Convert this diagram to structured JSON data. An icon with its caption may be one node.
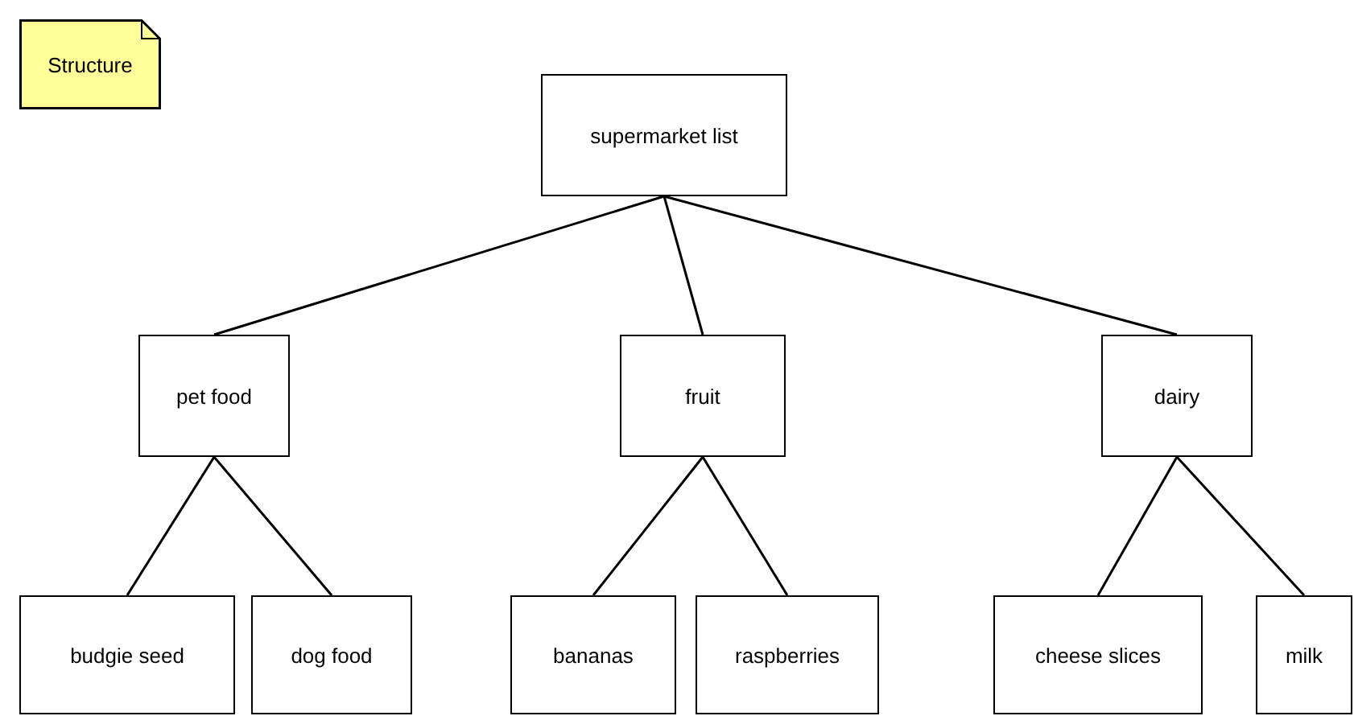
{
  "diagram": {
    "nodes": [
      {
        "text": [
          "Structure"
        ]
      },
      {
        "text": [
          "supermarket list"
        ]
      },
      {
        "text": [
          "pet food"
        ]
      },
      {
        "text": [
          "fruit"
        ]
      },
      {
        "text": [
          "dairy"
        ]
      },
      {
        "text": [
          "budgie seed"
        ]
      },
      {
        "text": [
          "dog food"
        ]
      },
      {
        "text": [
          "bananas"
        ]
      },
      {
        "text": [
          "raspberries"
        ]
      },
      {
        "text": [
          "cheese slices"
        ]
      },
      {
        "text": [
          "milk"
        ]
      }
    ],
    "edges": [
      {
        "from": 1,
        "to": 2,
        "arrow": "none"
      },
      {
        "from": 1,
        "to": 3,
        "arrow": "none"
      },
      {
        "from": 1,
        "to": 4,
        "arrow": "none"
      },
      {
        "from": 2,
        "to": 5,
        "arrow": "none"
      },
      {
        "from": 2,
        "to": 6,
        "arrow": "none"
      },
      {
        "from": 3,
        "to": 7,
        "arrow": "none"
      },
      {
        "from": 3,
        "to": 8,
        "arrow": "none"
      },
      {
        "from": 4,
        "to": 9,
        "arrow": "none"
      },
      {
        "from": 4,
        "to": 10,
        "arrow": "none"
      }
    ]
  }
}
